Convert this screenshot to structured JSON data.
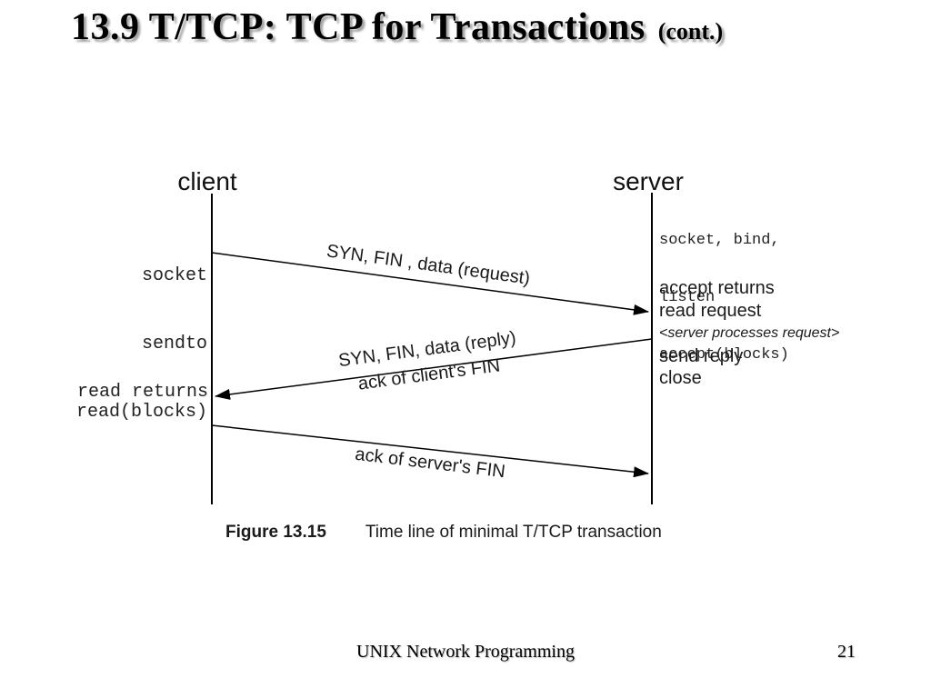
{
  "title": {
    "main": "13.9 T/TCP: TCP for Transactions",
    "suffix": "(cont.)"
  },
  "diagram": {
    "client_header": "client",
    "server_header": "server",
    "client_labels": {
      "socket": "socket",
      "sendto": "sendto",
      "read_blocks": "read(blocks)",
      "read_returns": "read returns"
    },
    "server_labels": {
      "setup_line1": "socket, bind,",
      "setup_line2": "listen",
      "setup_line3": "accept(blocks)",
      "accept_returns": "accept returns",
      "read_request": "read request",
      "processing": "<server processes request>",
      "send_reply": "send reply",
      "close": "close"
    },
    "arrow_labels": {
      "request": "SYN, FIN , data (request)",
      "reply_line1": "SYN, FIN, data (reply)",
      "reply_line2": "ack of client's FIN",
      "ack_server_fin": "ack of server's FIN"
    },
    "line_color": "#000000"
  },
  "caption": {
    "figure_label": "Figure 13.15",
    "figure_text": "Time line of minimal T/TCP transaction"
  },
  "footer": {
    "book_title": "UNIX Network Programming",
    "page_number": "21"
  }
}
